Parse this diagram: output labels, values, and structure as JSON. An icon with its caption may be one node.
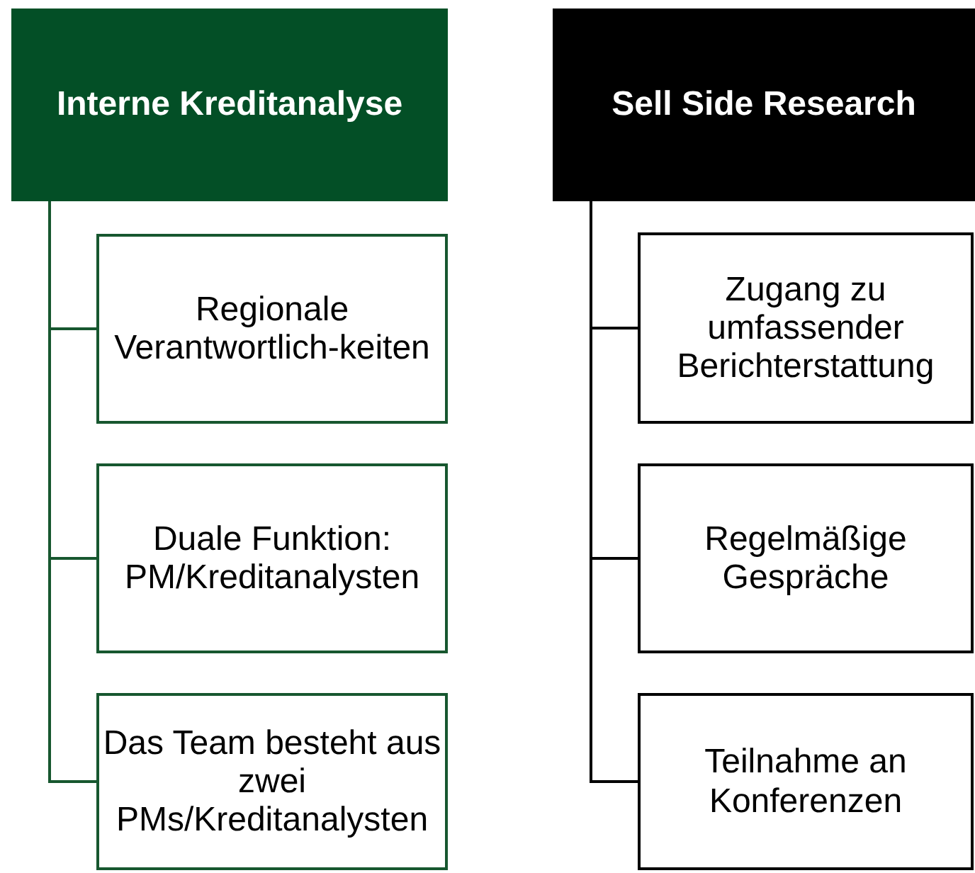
{
  "diagram": {
    "nodes": [
      {
        "text": [
          "Interne Kreditanalyse"
        ]
      },
      {
        "text": [
          "Regionale Verantwortlich-keiten"
        ]
      },
      {
        "text": [
          "Duale Funktion: PM/Kreditanalysten"
        ]
      },
      {
        "text": [
          "Das Team besteht aus zwei PMs/Kreditanalysten"
        ]
      },
      {
        "text": [
          "Sell Side Research"
        ]
      },
      {
        "text": [
          "Zugang zu umfassender Berichterstattung"
        ]
      },
      {
        "text": [
          "Regelmäßige Gespräche"
        ]
      },
      {
        "text": [
          "Teilnahme an Konferenzen"
        ]
      }
    ],
    "edges": [
      {
        "from": 0,
        "to": 1,
        "arrow": "none",
        "color": "#17572f"
      },
      {
        "from": 0,
        "to": 2,
        "arrow": "none",
        "color": "#17572f"
      },
      {
        "from": 0,
        "to": 3,
        "arrow": "none",
        "color": "#17572f"
      },
      {
        "from": 4,
        "to": 5,
        "arrow": "none"
      },
      {
        "from": 4,
        "to": 6,
        "arrow": "none"
      },
      {
        "from": 4,
        "to": 7,
        "arrow": "none"
      }
    ]
  }
}
